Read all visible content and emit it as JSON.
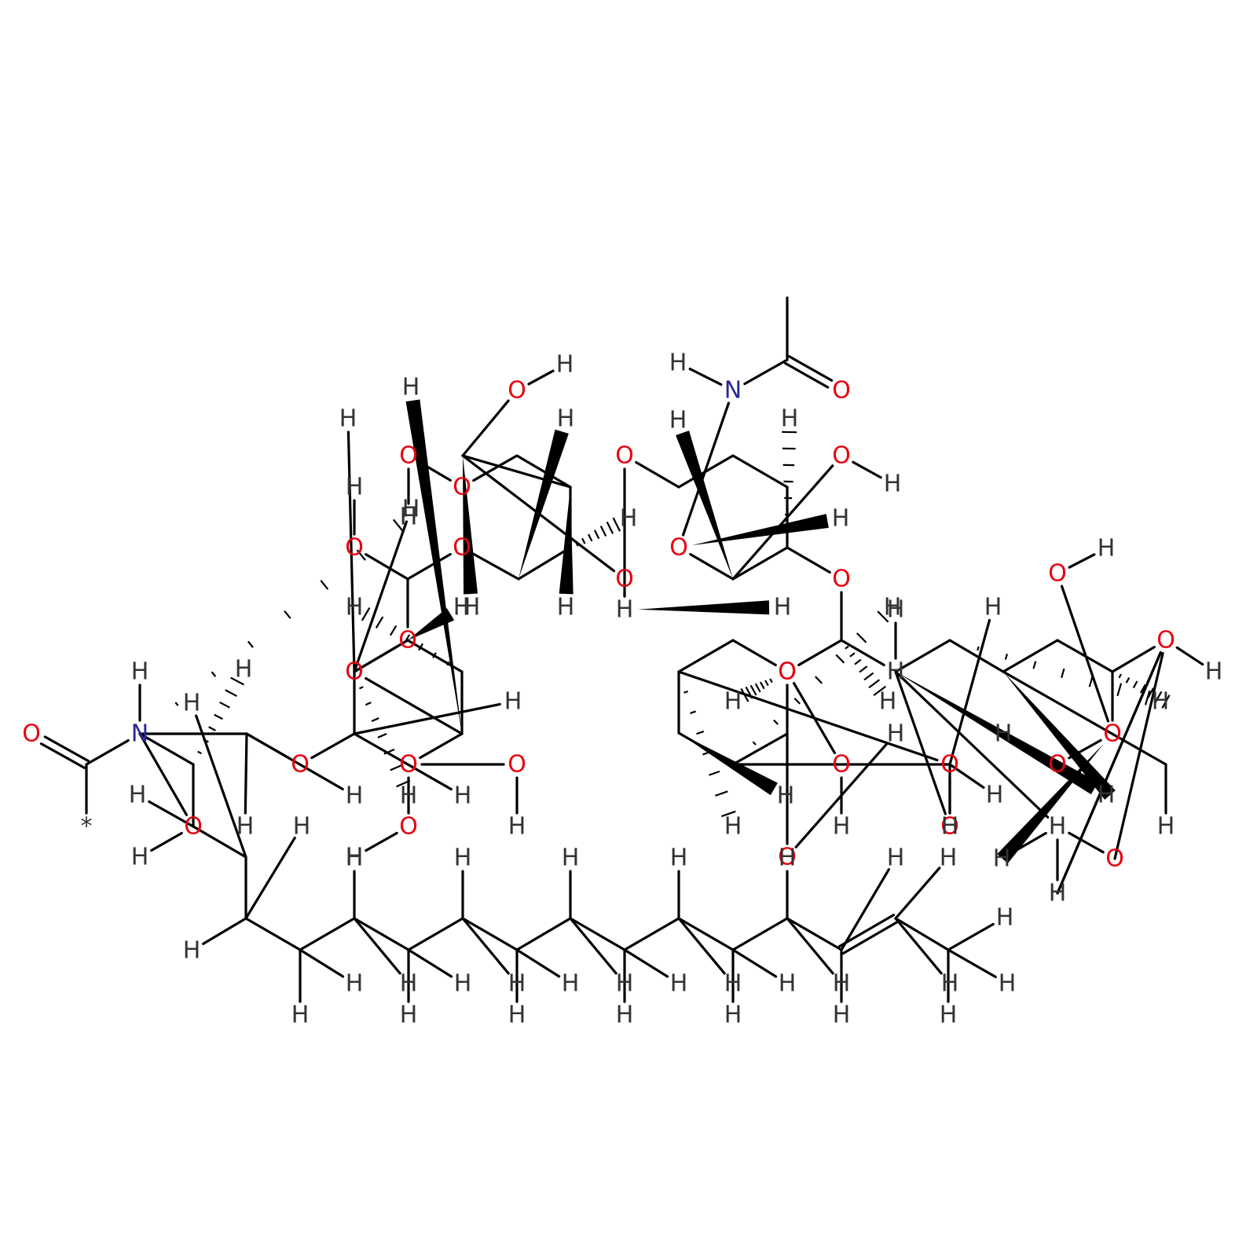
{
  "colors": {
    "bond": "#000000",
    "O": "#e8000e",
    "N": "#282896",
    "H": "#333333"
  },
  "molecule": {
    "atoms": [
      {
        "el": "C",
        "label": ""
      },
      {
        "el": "C",
        "label": ""
      },
      {
        "el": "C",
        "label": ""
      },
      {
        "el": "C",
        "label": ""
      },
      {
        "el": "C",
        "label": ""
      },
      {
        "el": "C",
        "label": ""
      },
      {
        "el": "C",
        "label": ""
      },
      {
        "el": "C",
        "label": ""
      },
      {
        "el": "C",
        "label": ""
      },
      {
        "el": "C",
        "label": ""
      },
      {
        "el": "C",
        "label": ""
      },
      {
        "el": "C",
        "label": ""
      },
      {
        "el": "C",
        "label": ""
      },
      {
        "el": "C",
        "label": ""
      },
      {
        "el": "C",
        "label": ""
      },
      {
        "el": "C",
        "label": ""
      },
      {
        "el": "C",
        "label": ""
      },
      {
        "el": "C",
        "label": ""
      },
      {
        "el": "C",
        "label": ""
      },
      {
        "el": "C",
        "label": ""
      },
      {
        "el": "N",
        "label": "N"
      },
      {
        "el": "H",
        "label": "H"
      },
      {
        "el": "C",
        "label": ""
      },
      {
        "el": "O",
        "label": "O"
      },
      {
        "el": "H",
        "label": "*"
      },
      {
        "el": "O",
        "label": "O"
      },
      {
        "el": "H",
        "label": "H"
      },
      {
        "el": "O",
        "label": "O"
      },
      {
        "el": "C",
        "label": ""
      },
      {
        "el": "C",
        "label": ""
      },
      {
        "el": "C",
        "label": ""
      },
      {
        "el": "C",
        "label": ""
      },
      {
        "el": "C",
        "label": ""
      },
      {
        "el": "O",
        "label": "O"
      },
      {
        "el": "O",
        "label": "O"
      },
      {
        "el": "H",
        "label": "H"
      },
      {
        "el": "O",
        "label": "O"
      },
      {
        "el": "H",
        "label": "H"
      },
      {
        "el": "O",
        "label": "O"
      },
      {
        "el": "C",
        "label": ""
      },
      {
        "el": "O",
        "label": "O"
      },
      {
        "el": "C",
        "label": ""
      },
      {
        "el": "O",
        "label": "O"
      },
      {
        "el": "H",
        "label": "H"
      },
      {
        "el": "O",
        "label": "O"
      },
      {
        "el": "C",
        "label": ""
      },
      {
        "el": "C",
        "label": ""
      },
      {
        "el": "C",
        "label": ""
      },
      {
        "el": "C",
        "label": ""
      },
      {
        "el": "O",
        "label": "O"
      },
      {
        "el": "O",
        "label": "O"
      },
      {
        "el": "H",
        "label": "H"
      },
      {
        "el": "C",
        "label": ""
      },
      {
        "el": "O",
        "label": "O"
      },
      {
        "el": "H",
        "label": "H"
      },
      {
        "el": "O",
        "label": "O"
      },
      {
        "el": "H",
        "label": "H"
      },
      {
        "el": "O",
        "label": "O"
      },
      {
        "el": "C",
        "label": ""
      },
      {
        "el": "C",
        "label": ""
      },
      {
        "el": "C",
        "label": ""
      },
      {
        "el": "C",
        "label": ""
      },
      {
        "el": "C",
        "label": ""
      },
      {
        "el": "O",
        "label": "O"
      },
      {
        "el": "N",
        "label": "N"
      },
      {
        "el": "H",
        "label": "H"
      },
      {
        "el": "C",
        "label": ""
      },
      {
        "el": "O",
        "label": "O"
      },
      {
        "el": "C",
        "label": ""
      },
      {
        "el": "O",
        "label": "O"
      },
      {
        "el": "H",
        "label": "H"
      },
      {
        "el": "O",
        "label": "O"
      },
      {
        "el": "C",
        "label": ""
      },
      {
        "el": "O",
        "label": "O"
      },
      {
        "el": "C",
        "label": ""
      },
      {
        "el": "C",
        "label": ""
      },
      {
        "el": "C",
        "label": ""
      },
      {
        "el": "C",
        "label": ""
      },
      {
        "el": "C",
        "label": ""
      },
      {
        "el": "O",
        "label": "O"
      },
      {
        "el": "O",
        "label": "O"
      },
      {
        "el": "H",
        "label": "H"
      },
      {
        "el": "O",
        "label": "O"
      },
      {
        "el": "H",
        "label": "H"
      },
      {
        "el": "C",
        "label": ""
      },
      {
        "el": "O",
        "label": "O"
      },
      {
        "el": "C",
        "label": ""
      },
      {
        "el": "C",
        "label": ""
      },
      {
        "el": "C",
        "label": ""
      },
      {
        "el": "C",
        "label": ""
      },
      {
        "el": "C",
        "label": ""
      },
      {
        "el": "O",
        "label": "O"
      },
      {
        "el": "O",
        "label": "O"
      },
      {
        "el": "H",
        "label": "H"
      },
      {
        "el": "O",
        "label": "O"
      },
      {
        "el": "H",
        "label": "H"
      },
      {
        "el": "O",
        "label": "O"
      },
      {
        "el": "H",
        "label": "H"
      },
      {
        "el": "C",
        "label": ""
      },
      {
        "el": "H",
        "label": "H"
      },
      {
        "el": "H",
        "label": "H"
      },
      {
        "el": "H",
        "label": "H"
      },
      {
        "el": "O",
        "label": "O"
      },
      {
        "el": "H",
        "label": "H"
      },
      {
        "el": "O",
        "label": "O"
      },
      {
        "el": "H",
        "label": "H"
      },
      {
        "el": "H",
        "label": "H"
      },
      {
        "el": "H",
        "label": "H"
      },
      {
        "el": "H",
        "label": "H"
      },
      {
        "el": "H",
        "label": "H"
      },
      {
        "el": "H",
        "label": "H"
      },
      {
        "el": "H",
        "label": "H"
      },
      {
        "el": "H",
        "label": "H"
      },
      {
        "el": "H",
        "label": "H"
      },
      {
        "el": "H",
        "label": "H"
      },
      {
        "el": "H",
        "label": "H"
      },
      {
        "el": "H",
        "label": "H"
      },
      {
        "el": "H",
        "label": "H"
      },
      {
        "el": "H",
        "label": "H"
      },
      {
        "el": "H",
        "label": "H"
      },
      {
        "el": "H",
        "label": "H"
      },
      {
        "el": "H",
        "label": "H"
      },
      {
        "el": "H",
        "label": "H"
      },
      {
        "el": "H",
        "label": "H"
      },
      {
        "el": "H",
        "label": "H"
      },
      {
        "el": "H",
        "label": "H"
      },
      {
        "el": "H",
        "label": "H"
      },
      {
        "el": "H",
        "label": "H"
      },
      {
        "el": "H",
        "label": "H"
      },
      {
        "el": "H",
        "label": "H"
      },
      {
        "el": "H",
        "label": "H"
      },
      {
        "el": "H",
        "label": "H"
      },
      {
        "el": "H",
        "label": "H"
      },
      {
        "el": "H",
        "label": "H"
      },
      {
        "el": "H",
        "label": "H"
      },
      {
        "el": "H",
        "label": "H"
      },
      {
        "el": "H",
        "label": "H"
      },
      {
        "el": "H",
        "label": "H"
      },
      {
        "el": "H",
        "label": "H"
      },
      {
        "el": "H",
        "label": "H"
      },
      {
        "el": "H",
        "label": "H"
      },
      {
        "el": "H",
        "label": "H"
      },
      {
        "el": "H",
        "label": "H"
      },
      {
        "el": "H",
        "label": "H"
      },
      {
        "el": "H",
        "label": "H"
      },
      {
        "el": "H",
        "label": "H"
      },
      {
        "el": "H",
        "label": "H"
      },
      {
        "el": "H",
        "label": "H"
      },
      {
        "el": "H",
        "label": "H"
      },
      {
        "el": "H",
        "label": "H"
      },
      {
        "el": "H",
        "label": "H"
      },
      {
        "el": "H",
        "label": "H"
      },
      {
        "el": "H",
        "label": "H"
      },
      {
        "el": "H",
        "label": "H"
      },
      {
        "el": "H",
        "label": "H"
      },
      {
        "el": "H",
        "label": "H"
      },
      {
        "el": "H",
        "label": "H"
      },
      {
        "el": "H",
        "label": "H"
      },
      {
        "el": "H",
        "label": "H"
      },
      {
        "el": "H",
        "label": "H"
      },
      {
        "el": "H",
        "label": "H"
      },
      {
        "el": "H",
        "label": "H"
      },
      {
        "el": "H",
        "label": "H"
      },
      {
        "el": "H",
        "label": "H"
      },
      {
        "el": "H",
        "label": "H"
      },
      {
        "el": "H",
        "label": "H"
      },
      {
        "el": "H",
        "label": "H"
      },
      {
        "el": "H",
        "label": "H"
      }
    ],
    "bonds": [
      [
        0,
        1,
        "single"
      ],
      [
        1,
        2,
        "double"
      ],
      [
        2,
        3,
        "single"
      ],
      [
        3,
        4,
        "single"
      ],
      [
        4,
        5,
        "single"
      ],
      [
        5,
        6,
        "single"
      ],
      [
        6,
        7,
        "single"
      ],
      [
        7,
        8,
        "single"
      ],
      [
        8,
        9,
        "single"
      ],
      [
        9,
        10,
        "single"
      ],
      [
        10,
        11,
        "single"
      ],
      [
        11,
        12,
        "single"
      ],
      [
        12,
        13,
        "single"
      ],
      [
        13,
        14,
        "single"
      ],
      [
        14,
        15,
        "single"
      ],
      [
        15,
        16,
        "single"
      ],
      [
        16,
        17,
        "single"
      ],
      [
        17,
        18,
        "single"
      ],
      [
        17,
        19,
        "single"
      ],
      [
        19,
        20,
        "single"
      ],
      [
        20,
        21,
        "single"
      ],
      [
        20,
        22,
        "single"
      ],
      [
        22,
        23,
        "double"
      ],
      [
        22,
        24,
        "single"
      ],
      [
        17,
        25,
        "single"
      ],
      [
        25,
        26,
        "single"
      ],
      [
        18,
        27,
        "single"
      ],
      [
        27,
        28,
        "single"
      ],
      [
        28,
        29,
        "single"
      ],
      [
        29,
        30,
        "single"
      ],
      [
        30,
        31,
        "single"
      ],
      [
        31,
        32,
        "single"
      ],
      [
        32,
        33,
        "single"
      ],
      [
        33,
        34,
        "single"
      ],
      [
        34,
        35,
        "single"
      ],
      [
        33,
        36,
        "single"
      ],
      [
        36,
        37,
        "single"
      ],
      [
        32,
        38,
        "single"
      ],
      [
        38,
        39,
        "single"
      ],
      [
        39,
        40,
        "single"
      ],
      [
        40,
        41,
        "single"
      ],
      [
        41,
        42,
        "single"
      ],
      [
        42,
        43,
        "single"
      ],
      [
        41,
        44,
        "single"
      ],
      [
        44,
        45,
        "single"
      ],
      [
        45,
        46,
        "single"
      ],
      [
        46,
        47,
        "single"
      ],
      [
        47,
        48,
        "single"
      ],
      [
        48,
        49,
        "single"
      ],
      [
        49,
        50,
        "single"
      ],
      [
        50,
        51,
        "single"
      ],
      [
        47,
        52,
        "single"
      ],
      [
        52,
        53,
        "single"
      ],
      [
        53,
        54,
        "single"
      ],
      [
        52,
        55,
        "single"
      ],
      [
        55,
        56,
        "single"
      ],
      [
        56,
        57,
        "single"
      ],
      [
        57,
        58,
        "single"
      ],
      [
        58,
        59,
        "single"
      ],
      [
        59,
        60,
        "single"
      ],
      [
        60,
        61,
        "single"
      ],
      [
        61,
        62,
        "single"
      ],
      [
        62,
        63,
        "single"
      ],
      [
        63,
        64,
        "single"
      ],
      [
        64,
        65,
        "single"
      ],
      [
        64,
        66,
        "single"
      ],
      [
        66,
        67,
        "double"
      ],
      [
        66,
        68,
        "single"
      ],
      [
        62,
        69,
        "single"
      ],
      [
        69,
        70,
        "single"
      ],
      [
        61,
        71,
        "single"
      ],
      [
        71,
        72,
        "single"
      ],
      [
        72,
        73,
        "single"
      ],
      [
        73,
        74,
        "single"
      ],
      [
        74,
        75,
        "single"
      ],
      [
        75,
        76,
        "single"
      ],
      [
        76,
        77,
        "single"
      ],
      [
        77,
        78,
        "single"
      ],
      [
        78,
        79,
        "single"
      ],
      [
        79,
        80,
        "single"
      ],
      [
        80,
        81,
        "single"
      ],
      [
        78,
        82,
        "single"
      ],
      [
        82,
        83,
        "single"
      ],
      [
        77,
        84,
        "single"
      ],
      [
        84,
        85,
        "single"
      ],
      [
        85,
        86,
        "single"
      ],
      [
        86,
        87,
        "single"
      ],
      [
        87,
        88,
        "single"
      ],
      [
        88,
        89,
        "single"
      ],
      [
        89,
        90,
        "single"
      ],
      [
        90,
        91,
        "single"
      ],
      [
        91,
        92,
        "single"
      ],
      [
        92,
        93,
        "single"
      ],
      [
        91,
        94,
        "single"
      ],
      [
        94,
        95,
        "single"
      ],
      [
        90,
        96,
        "single"
      ],
      [
        96,
        97,
        "single"
      ],
      [
        88,
        98,
        "single"
      ],
      [
        98,
        99,
        "single"
      ],
      [
        86,
        100,
        "single"
      ],
      [
        100,
        101,
        "single"
      ],
      [
        100,
        102,
        "single"
      ],
      [
        100,
        103,
        "single"
      ],
      [
        75,
        104,
        "single"
      ],
      [
        104,
        105,
        "single"
      ],
      [
        72,
        106,
        "single"
      ],
      [
        106,
        107,
        "single"
      ],
      [
        0,
        108,
        "single"
      ],
      [
        0,
        109,
        "single"
      ],
      [
        0,
        110,
        "single"
      ],
      [
        1,
        111,
        "single"
      ],
      [
        1,
        112,
        "single"
      ],
      [
        2,
        113,
        "single"
      ],
      [
        2,
        114,
        "single"
      ],
      [
        3,
        115,
        "single"
      ],
      [
        3,
        116,
        "single"
      ],
      [
        4,
        117,
        "single"
      ],
      [
        4,
        118,
        "single"
      ],
      [
        5,
        119,
        "single"
      ],
      [
        5,
        120,
        "single"
      ],
      [
        6,
        121,
        "single"
      ],
      [
        6,
        122,
        "single"
      ],
      [
        7,
        123,
        "single"
      ],
      [
        7,
        124,
        "single"
      ],
      [
        8,
        125,
        "single"
      ],
      [
        8,
        126,
        "single"
      ],
      [
        9,
        127,
        "single"
      ],
      [
        9,
        128,
        "single"
      ],
      [
        10,
        129,
        "single"
      ],
      [
        10,
        130,
        "single"
      ],
      [
        11,
        131,
        "single"
      ],
      [
        11,
        132,
        "single"
      ],
      [
        12,
        133,
        "single"
      ],
      [
        12,
        134,
        "single"
      ],
      [
        13,
        135,
        "single"
      ],
      [
        13,
        136,
        "single"
      ],
      [
        14,
        137,
        "single"
      ],
      [
        15,
        138,
        "single"
      ],
      [
        16,
        139,
        "hashed"
      ],
      [
        17,
        140,
        "hashed"
      ],
      [
        18,
        141,
        "single"
      ],
      [
        18,
        142,
        "single"
      ],
      [
        28,
        143,
        "single"
      ],
      [
        28,
        144,
        "single"
      ],
      [
        29,
        145,
        "hashed"
      ],
      [
        30,
        146,
        "wedge"
      ],
      [
        31,
        147,
        "hashed"
      ],
      [
        32,
        148,
        "wedge"
      ],
      [
        39,
        149,
        "single"
      ],
      [
        39,
        150,
        "single"
      ],
      [
        45,
        151,
        "wedge"
      ],
      [
        46,
        152,
        "hashed"
      ],
      [
        47,
        153,
        "wedge"
      ],
      [
        52,
        154,
        "wedge"
      ],
      [
        56,
        155,
        "wedge"
      ],
      [
        61,
        156,
        "hashed"
      ],
      [
        62,
        157,
        "wedge"
      ],
      [
        63,
        158,
        "wedge"
      ],
      [
        72,
        159,
        "hashed"
      ],
      [
        73,
        160,
        "hashed"
      ],
      [
        75,
        161,
        "hashed"
      ],
      [
        76,
        162,
        "wedge"
      ],
      [
        77,
        163,
        "hashed"
      ],
      [
        84,
        164,
        "single"
      ],
      [
        84,
        165,
        "single"
      ],
      [
        86,
        166,
        "wedge"
      ],
      [
        87,
        167,
        "hashed"
      ],
      [
        88,
        168,
        "wedge"
      ],
      [
        90,
        169,
        "hashed"
      ],
      [
        91,
        170,
        "wedge"
      ],
      [
        96,
        171,
        "single"
      ],
      [
        96,
        172,
        "single"
      ],
      [
        96,
        173,
        "single"
      ]
    ]
  }
}
